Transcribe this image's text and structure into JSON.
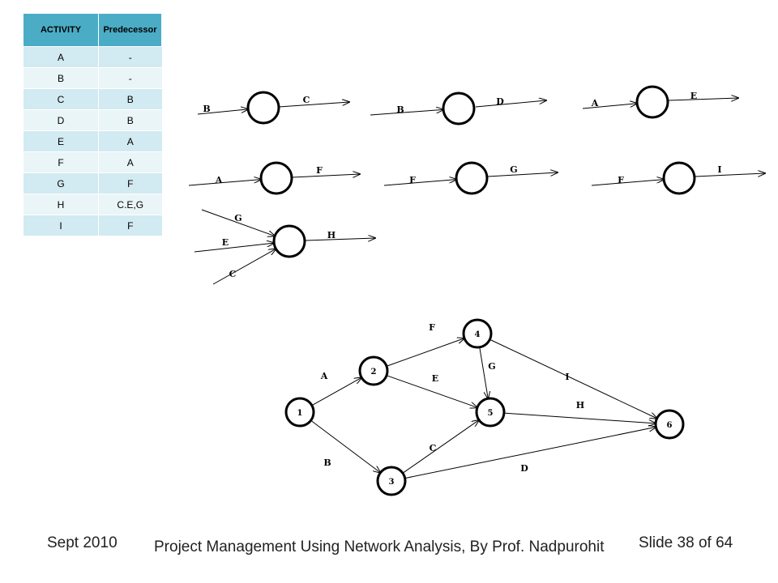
{
  "table": {
    "headers": [
      "ACTIVITY",
      "Predecessor"
    ],
    "rows": [
      [
        "A",
        "-"
      ],
      [
        "B",
        "-"
      ],
      [
        "C",
        "B"
      ],
      [
        "D",
        "B"
      ],
      [
        "E",
        "A"
      ],
      [
        "F",
        "A"
      ],
      [
        "G",
        "F"
      ],
      [
        "H",
        "C.E,G"
      ],
      [
        "I",
        "F"
      ]
    ]
  },
  "fragments": [
    {
      "in": [
        "B"
      ],
      "out": "C"
    },
    {
      "in": [
        "B"
      ],
      "out": "D"
    },
    {
      "in": [
        "A"
      ],
      "out": "E"
    },
    {
      "in": [
        "A"
      ],
      "out": "F"
    },
    {
      "in": [
        "F"
      ],
      "out": "G"
    },
    {
      "in": [
        "F"
      ],
      "out": "I"
    },
    {
      "in": [
        "G",
        "E",
        "C"
      ],
      "out": "H"
    }
  ],
  "network": {
    "nodes": [
      "1",
      "2",
      "3",
      "4",
      "5",
      "6"
    ],
    "edges": [
      {
        "label": "A",
        "from": "1",
        "to": "2"
      },
      {
        "label": "B",
        "from": "1",
        "to": "3"
      },
      {
        "label": "F",
        "from": "2",
        "to": "4"
      },
      {
        "label": "E",
        "from": "2",
        "to": "5"
      },
      {
        "label": "C",
        "from": "3",
        "to": "5"
      },
      {
        "label": "D",
        "from": "3",
        "to": "6"
      },
      {
        "label": "G",
        "from": "4",
        "to": "5"
      },
      {
        "label": "I",
        "from": "4",
        "to": "6"
      },
      {
        "label": "H",
        "from": "5",
        "to": "6"
      }
    ]
  },
  "footer": {
    "date": "Sept 2010",
    "title": "Project Management Using Network Analysis, By Prof. Nadpurohit",
    "slide": "Slide 38 of 64"
  }
}
